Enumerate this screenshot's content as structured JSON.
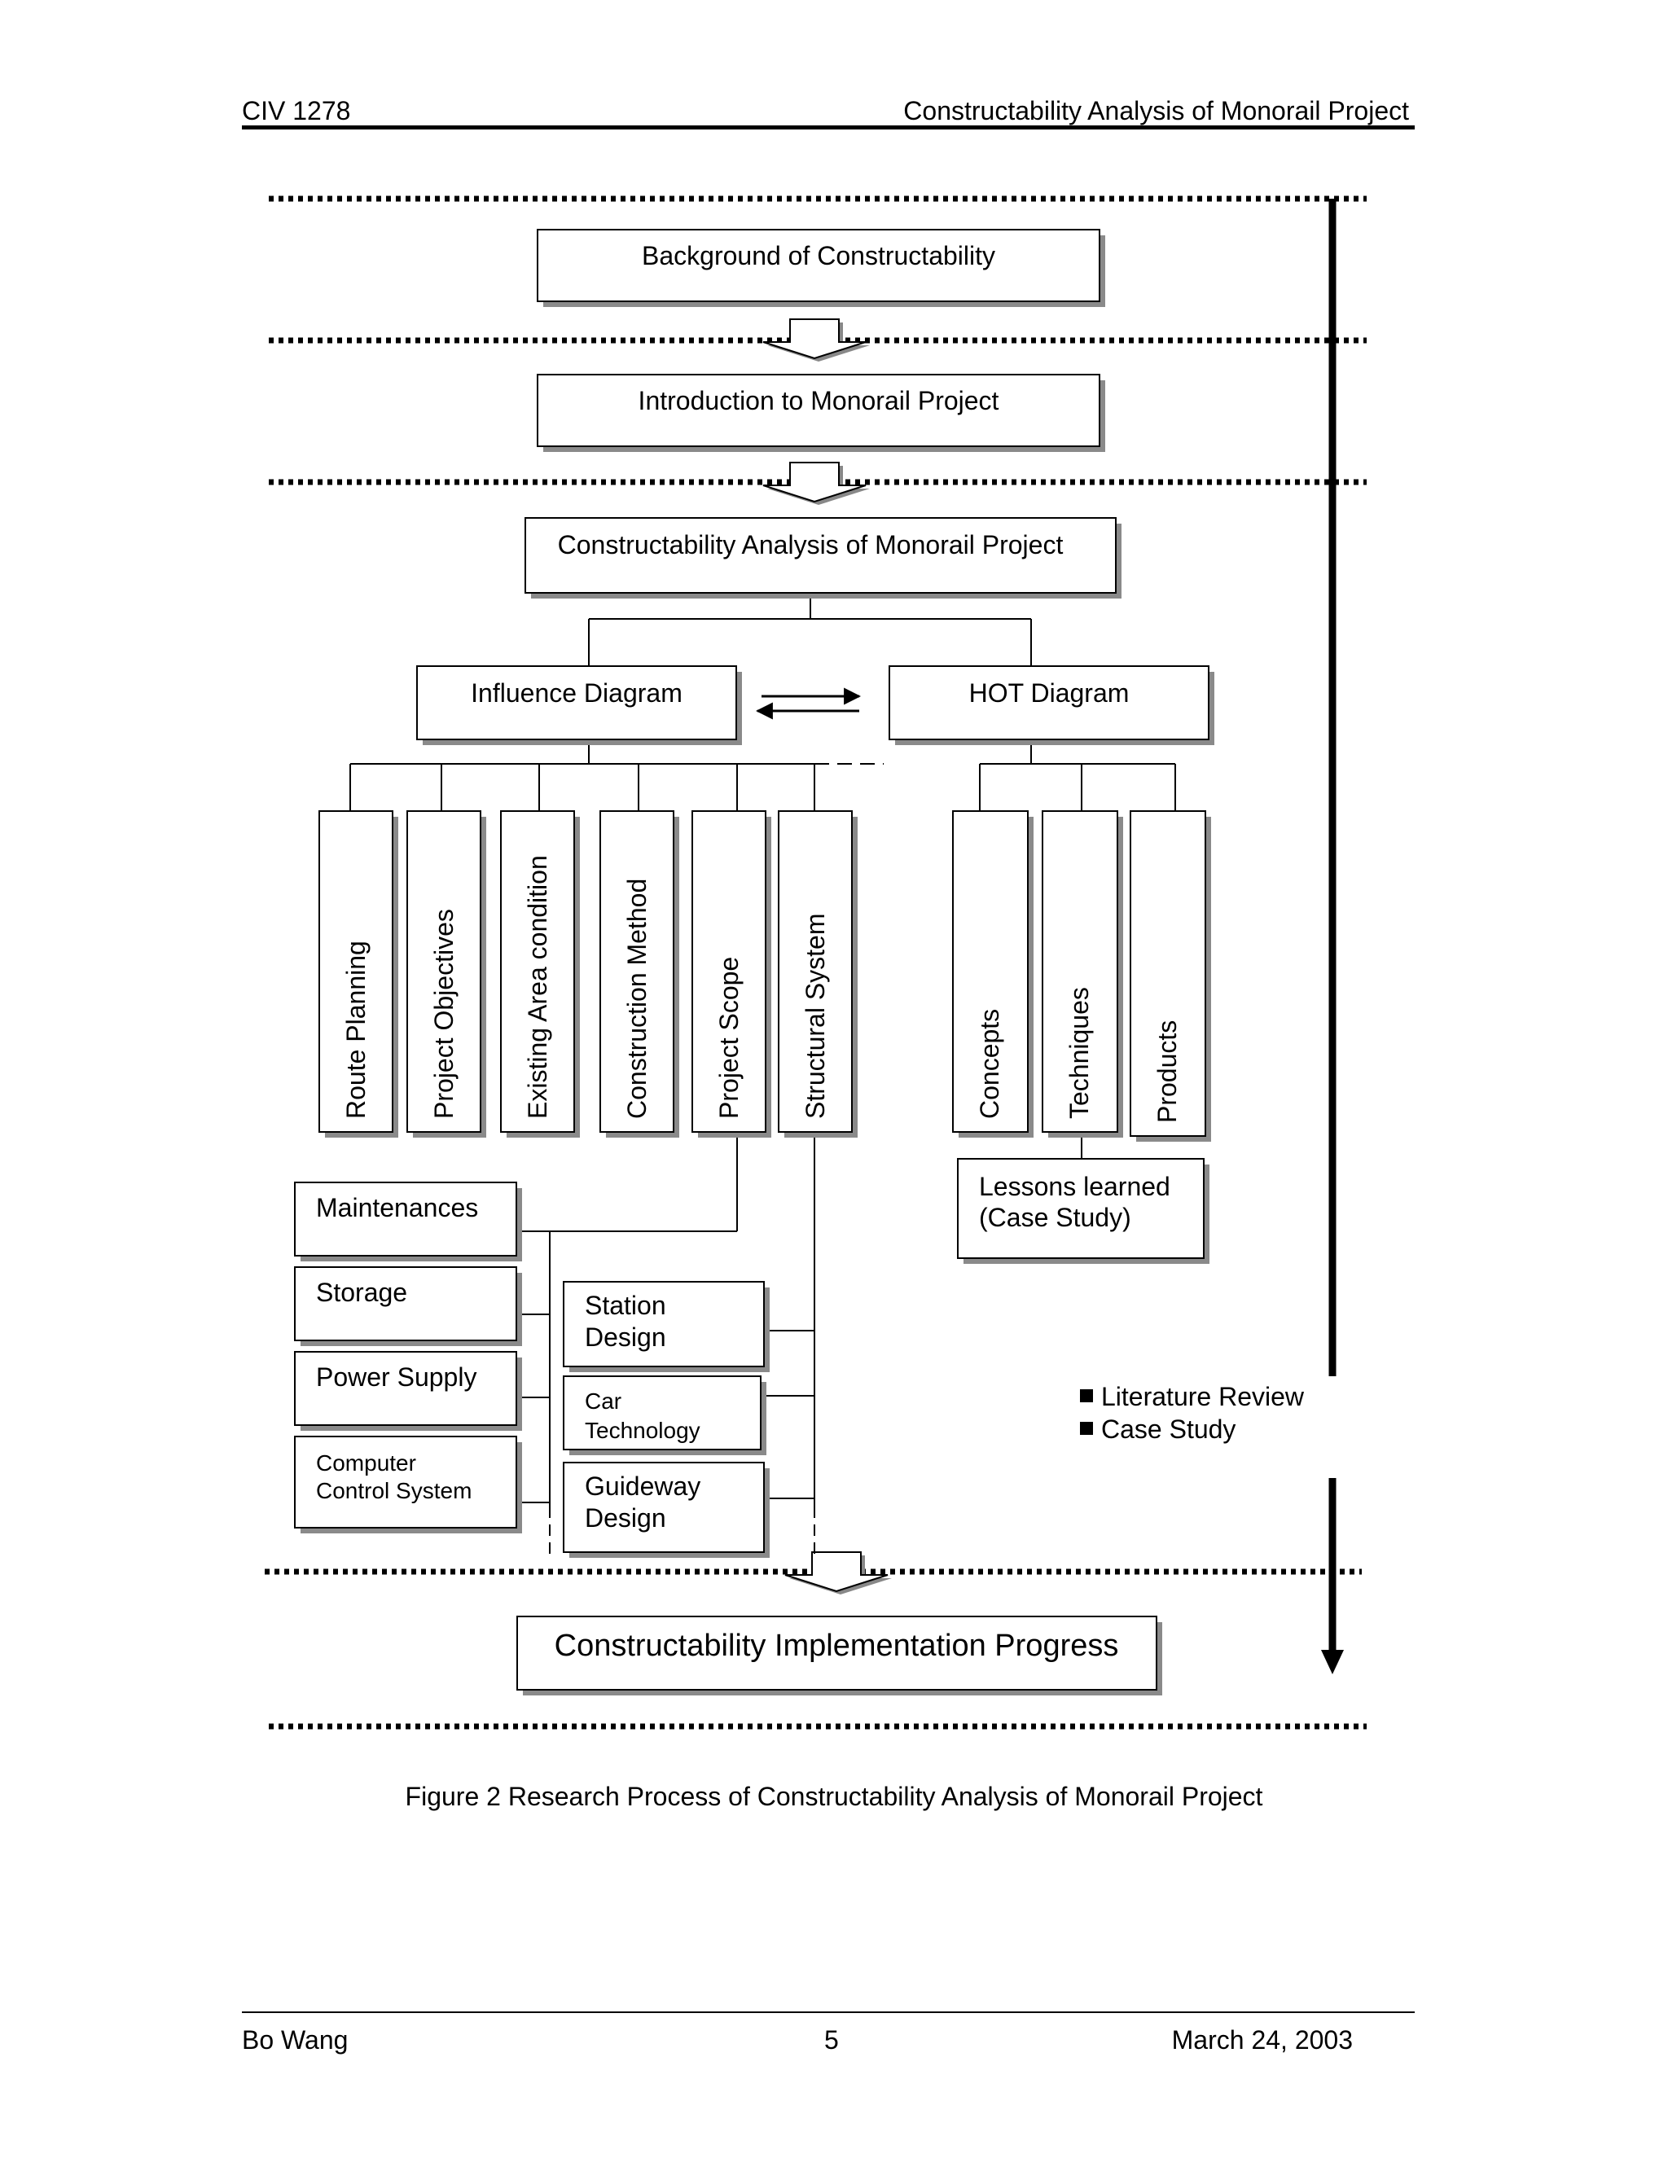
{
  "header": {
    "course_code": "CIV 1278",
    "document_title": "Constructability Analysis of Monorail Project"
  },
  "diagram": {
    "stages": {
      "background": "Background of Constructability",
      "introduction": "Introduction to Monorail Project",
      "analysis": "Constructability Analysis of Monorail Project",
      "implementation": "Constructability Implementation Progress"
    },
    "influence_diagram": {
      "label": "Influence Diagram",
      "factors": [
        "Route Planning",
        "Project Objectives",
        "Existing Area condition",
        "Construction Method",
        "Project Scope",
        "Structural System"
      ]
    },
    "hot_diagram": {
      "label": "HOT Diagram",
      "components": [
        "Concepts",
        "Techniques",
        "Products"
      ],
      "lessons": [
        "Lessons learned",
        "(Case Study)"
      ]
    },
    "project_scope_items": [
      {
        "lines": [
          "Maintenances"
        ]
      },
      {
        "lines": [
          "Storage"
        ]
      },
      {
        "lines": [
          "Power Supply"
        ]
      },
      {
        "lines": [
          "Computer",
          "Control System"
        ]
      }
    ],
    "structural_system_items": [
      {
        "lines": [
          "Station",
          "Design"
        ]
      },
      {
        "lines": [
          "Car",
          "Technology"
        ]
      },
      {
        "lines": [
          "Guideway",
          "Design"
        ]
      }
    ],
    "legend": [
      "Literature Review",
      "Case Study"
    ]
  },
  "caption": "Figure 2 Research Process of Constructability Analysis of Monorail Project",
  "footer": {
    "author": "Bo Wang",
    "page_number": "5",
    "date": "March 24, 2003"
  }
}
